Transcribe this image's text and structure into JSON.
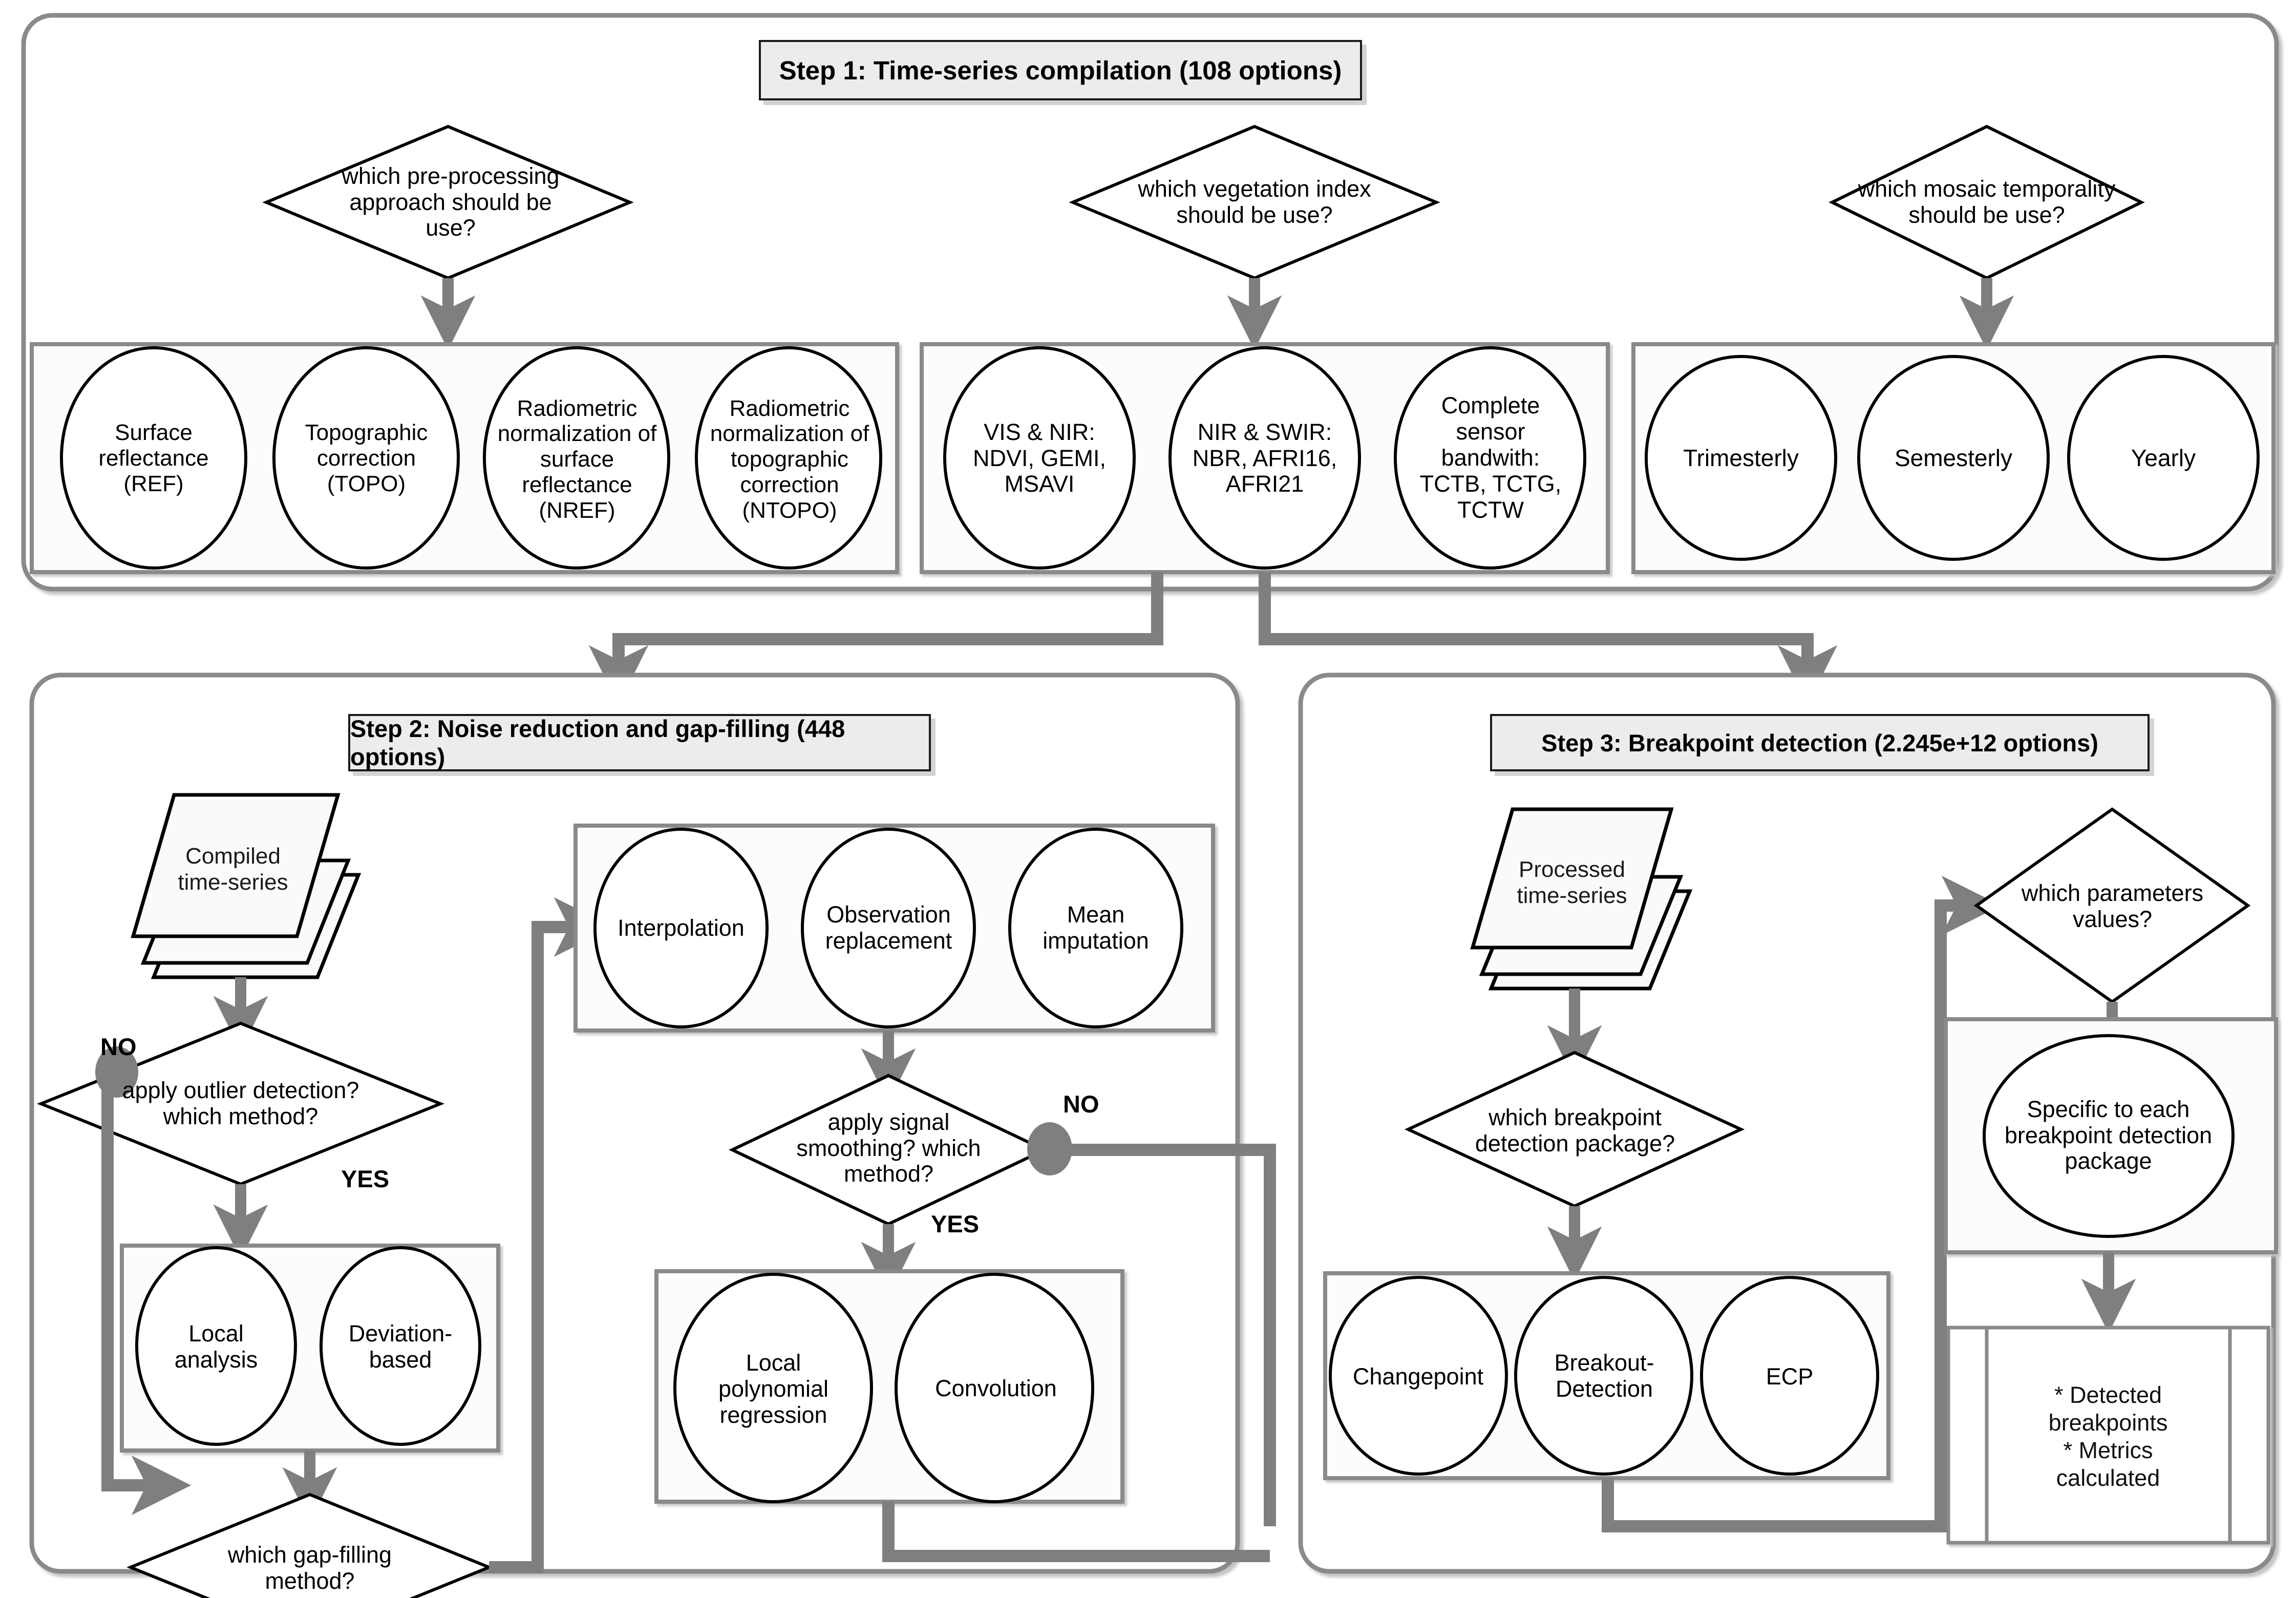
{
  "figure": {
    "title": "Flowchart of time-series compilation, noise reduction and breakpoint detection workflow",
    "colors": {
      "arrow_gray": "#7f7f7f",
      "panel_border": "#7f7f7f",
      "step_header_fill": "#ececec",
      "shape_stroke": "#000000",
      "page_background": "#ffffff"
    }
  },
  "step1": {
    "header": "Step 1: Time-series compilation (108 options)",
    "decisions": [
      {
        "id": "preprocessing",
        "text": "which pre-processing approach should be use?"
      },
      {
        "id": "vegetation-index",
        "text": "which vegetation index should be use?"
      },
      {
        "id": "mosaic-temporality",
        "text": "which mosaic temporality should be use?"
      }
    ],
    "group_preprocessing": [
      "Surface reflectance (REF)",
      "Topographic correction (TOPO)",
      "Radiometric normalization of surface reflectance (NREF)",
      "Radiometric normalization of topographic correction (NTOPO)"
    ],
    "group_vegetation_index": [
      "VIS & NIR: NDVI, GEMI, MSAVI",
      "NIR & SWIR: NBR, AFRI16, AFRI21",
      "Complete sensor bandwith: TCTB, TCTG, TCTW"
    ],
    "group_mosaic_temporality": [
      "Trimesterly",
      "Semesterly",
      "Yearly"
    ]
  },
  "step2": {
    "header": "Step 2: Noise reduction and gap-filling (448 options)",
    "input_document": "Compiled time-series",
    "decisions": [
      {
        "id": "outlier-detection",
        "text": "apply outlier detection? which method?"
      },
      {
        "id": "gap-filling",
        "text": "which gap-filling method?"
      },
      {
        "id": "signal-smoothing",
        "text": "apply signal smoothing? which method?"
      }
    ],
    "branch_labels": {
      "outlier_no": "NO",
      "outlier_yes": "YES",
      "smoothing_no": "NO",
      "smoothing_yes": "YES"
    },
    "group_outlier_methods": [
      "Local analysis",
      "Deviation-based"
    ],
    "group_gap_filling_methods": [
      "Interpolation",
      "Observation replacement",
      "Mean imputation"
    ],
    "group_smoothing_methods": [
      "Local polynomial regression",
      "Convolution"
    ]
  },
  "step3": {
    "header": "Step 3: Breakpoint detection (2.245e+12 options)",
    "input_document": "Processed time-series",
    "decisions": [
      {
        "id": "breakpoint-package",
        "text": "which breakpoint detection package?"
      },
      {
        "id": "parameter-values",
        "text": "which parameters values?"
      }
    ],
    "group_packages": [
      "Changepoint",
      "Breakout-Detection",
      "ECP"
    ],
    "parameters_node": "Specific to each breakpoint detection package",
    "outputs": "* Detected breakpoints\n* Metrics calculated",
    "outputs_lines": [
      "* Detected",
      "breakpoints",
      "* Metrics",
      "calculated"
    ]
  }
}
